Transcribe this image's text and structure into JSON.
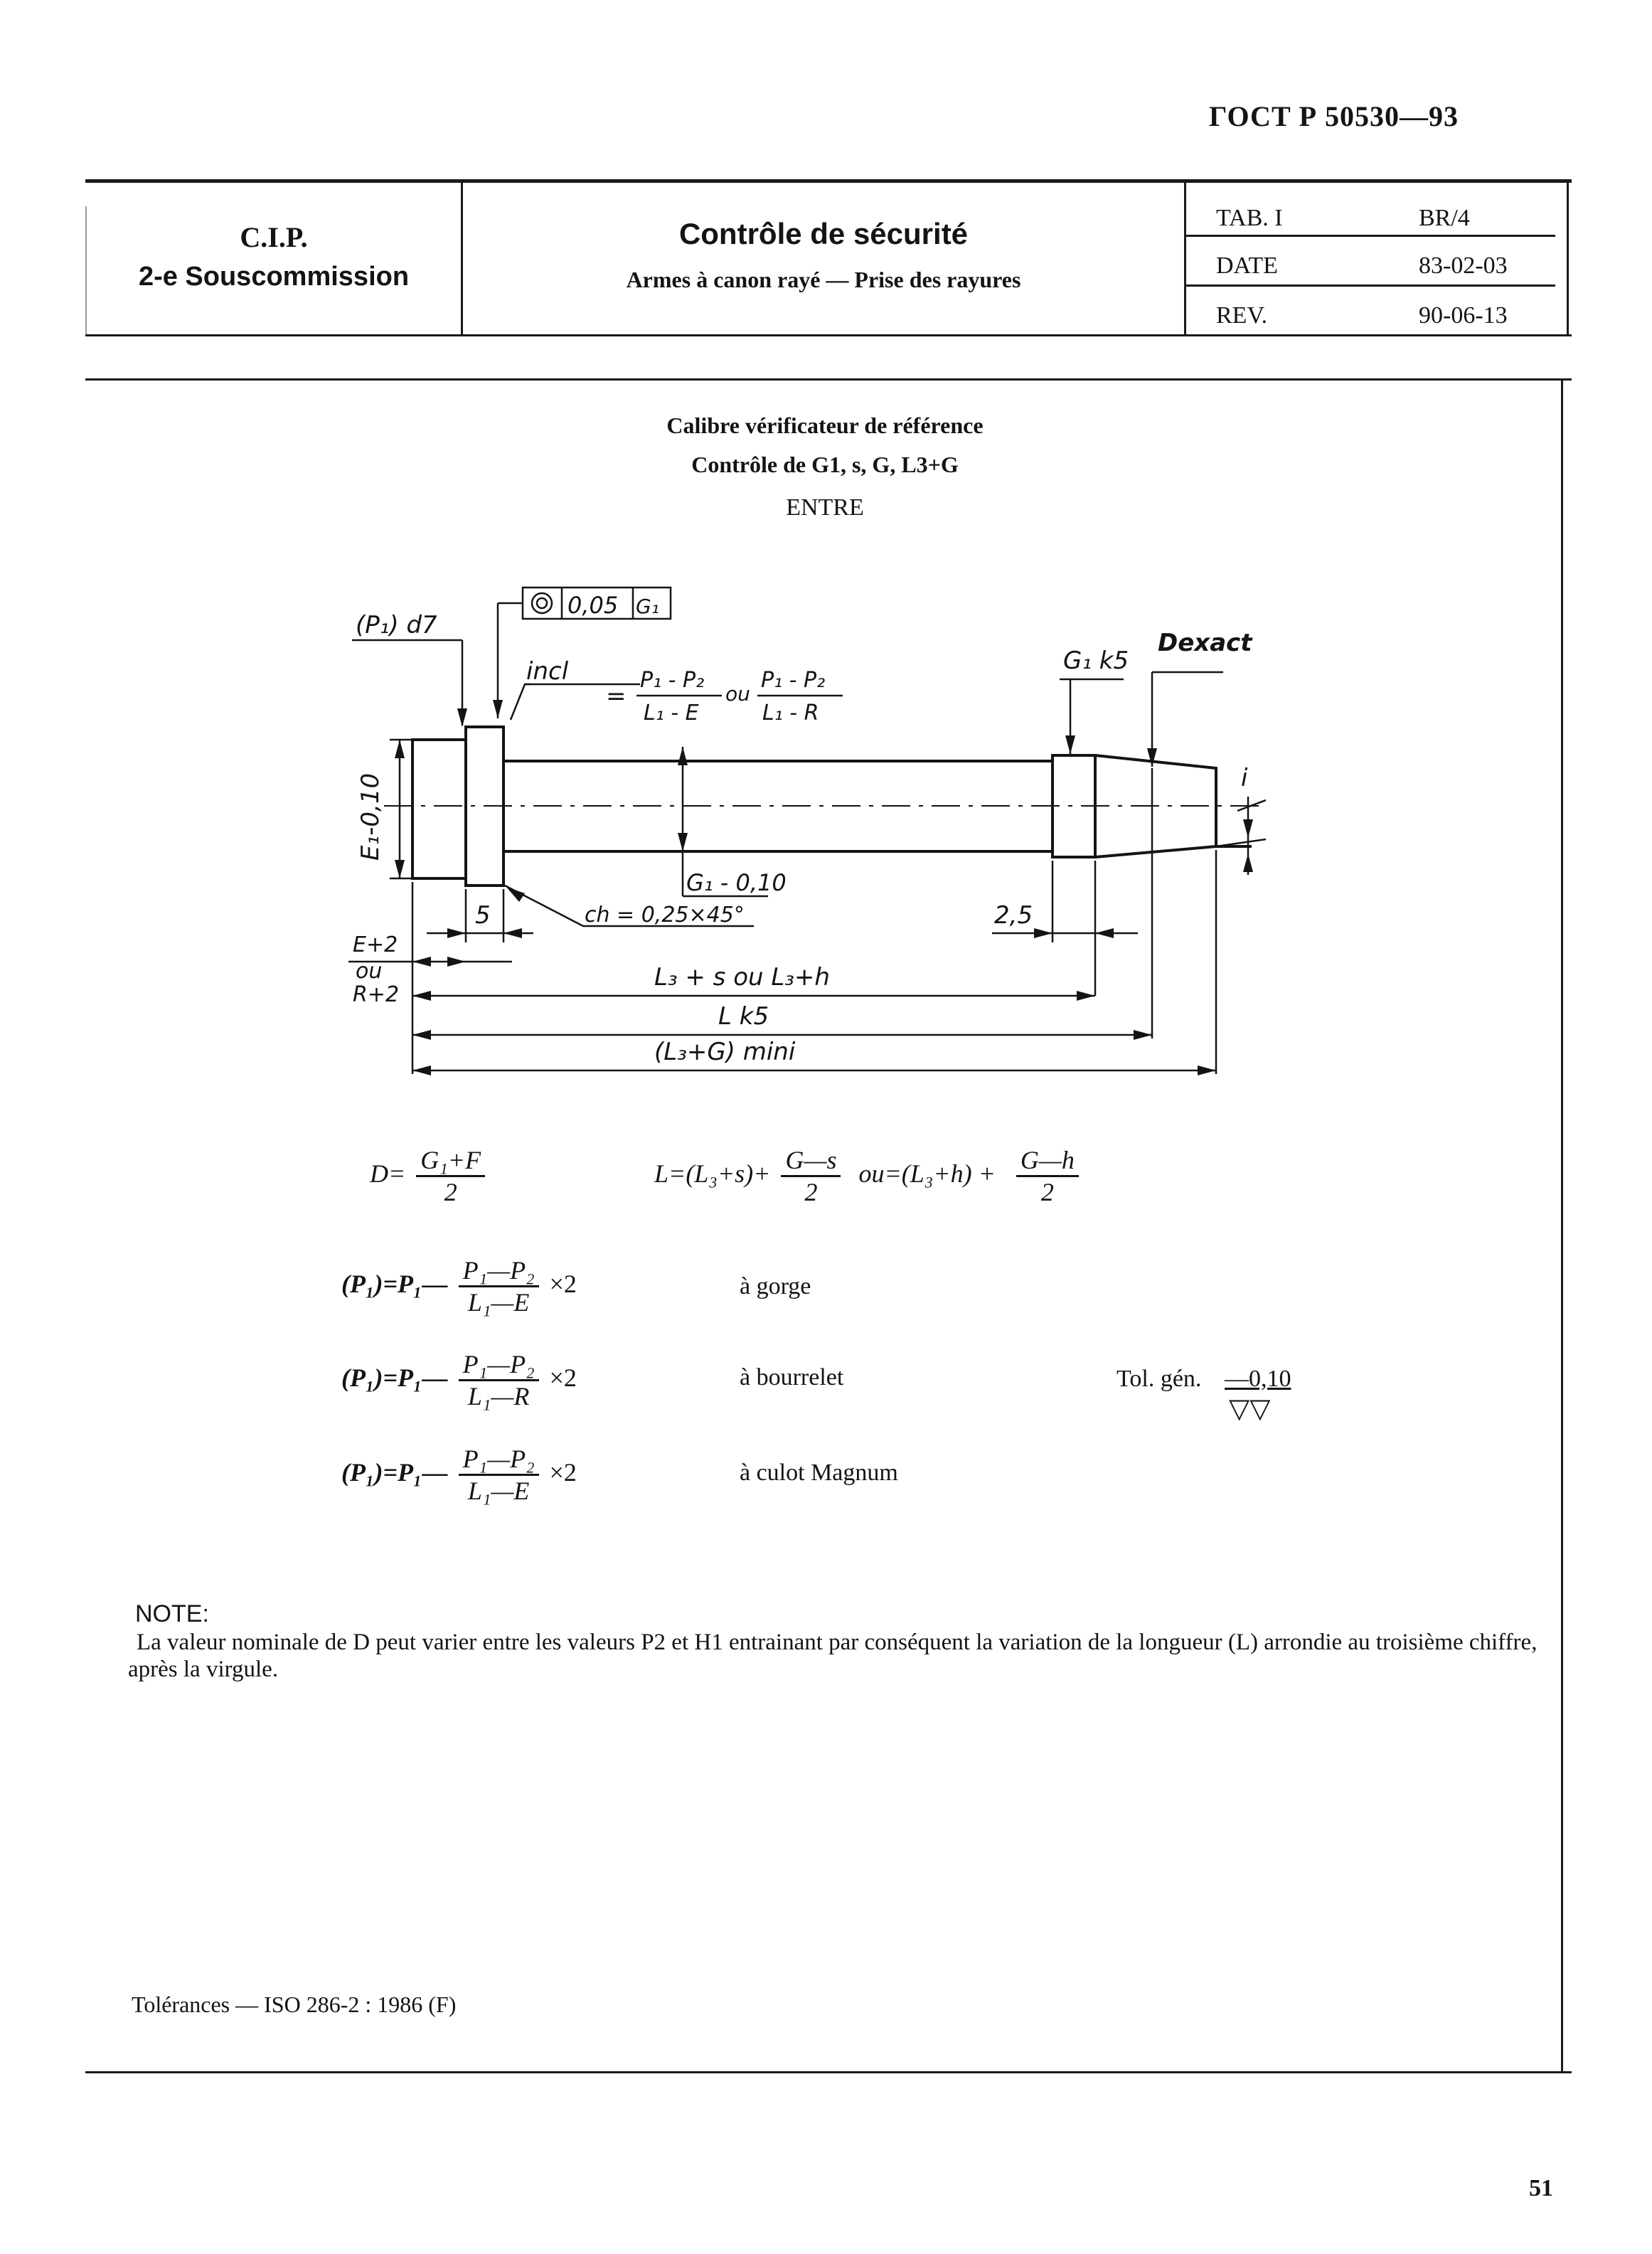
{
  "header": {
    "standard_code": "ГОСТ Р  50530—93"
  },
  "title_block": {
    "org": "C.I.P.",
    "subcommission": "2-e Souscommission",
    "title": "Contrôle de sécurité",
    "subtitle": "Armes à canon rayé — Prise des rayures",
    "rows": [
      {
        "key": "TAB. I",
        "value": "BR/4"
      },
      {
        "key": "DATE",
        "value": "83-02-03"
      },
      {
        "key": "REV.",
        "value": "90-06-13"
      }
    ]
  },
  "drawing": {
    "title_line1": "Calibre vérificateur de référence",
    "title_line2": "Contrôle de G1, s, G, L3+G",
    "title_line3": "ENTRE",
    "labels": {
      "p1_d7": "(P₁) d7",
      "tol_value": "0,05",
      "tol_datum": "G₁",
      "incl": "incl",
      "incl_eq": "=",
      "frac1_num": "P₁ - P₂",
      "frac1_den": "L₁ - E",
      "ou": "ou",
      "frac2_num": "P₁ - P₂",
      "frac2_den": "L₁ - R",
      "g1k5": "G₁ k5",
      "dexact": "Dexact",
      "e1": "E₁-0,10",
      "i": "i",
      "g1_010": "G₁ - 0,10",
      "five": "5",
      "chamfer": "ch = 0,25×45°",
      "two_five": "2,5",
      "e2": "E+2",
      "ou2": "ou",
      "r2": "R+2",
      "l3s": "L₃ + s  ou  L₃+h",
      "lk5": "L  k5",
      "l3g": "(L₃+G) mini"
    }
  },
  "formulas": {
    "d_lhs": "D=",
    "d_num": "G₁+F",
    "d_den": "2",
    "l_part1": "L=(L₃+s)+",
    "l_f1_num": "G—s",
    "l_f1_den": "2",
    "l_part2": "ou=(L₃+h) +",
    "l_f2_num": "G—h",
    "l_f2_den": "2",
    "p_lhs": "(P₁)=P₁—",
    "times2": "×2",
    "rows": [
      {
        "num": "P₁—P₂",
        "den": "L₁—E",
        "desc": "à gorge"
      },
      {
        "num": "P₁—P₂",
        "den": "L₁—R",
        "desc": "à bourrelet"
      },
      {
        "num": "P₁—P₂",
        "den": "L₁—E",
        "desc": "à culot Magnum"
      }
    ],
    "tol_gen_label": "Tol. gén.",
    "tol_gen_value": "—0,10",
    "tol_gen_symbol": "▽▽"
  },
  "note": {
    "heading": "NOTE:",
    "text": "La valeur nominale de D peut varier  entre les valeurs P2 et H1 entrainant par  conséquent  la variation de la longueur (L) arrondie au troisième chiffre, après la virgule."
  },
  "footer": {
    "tolerances": "Tolérances — ISO 286-2 : 1986  (F)",
    "page_number": "51"
  }
}
